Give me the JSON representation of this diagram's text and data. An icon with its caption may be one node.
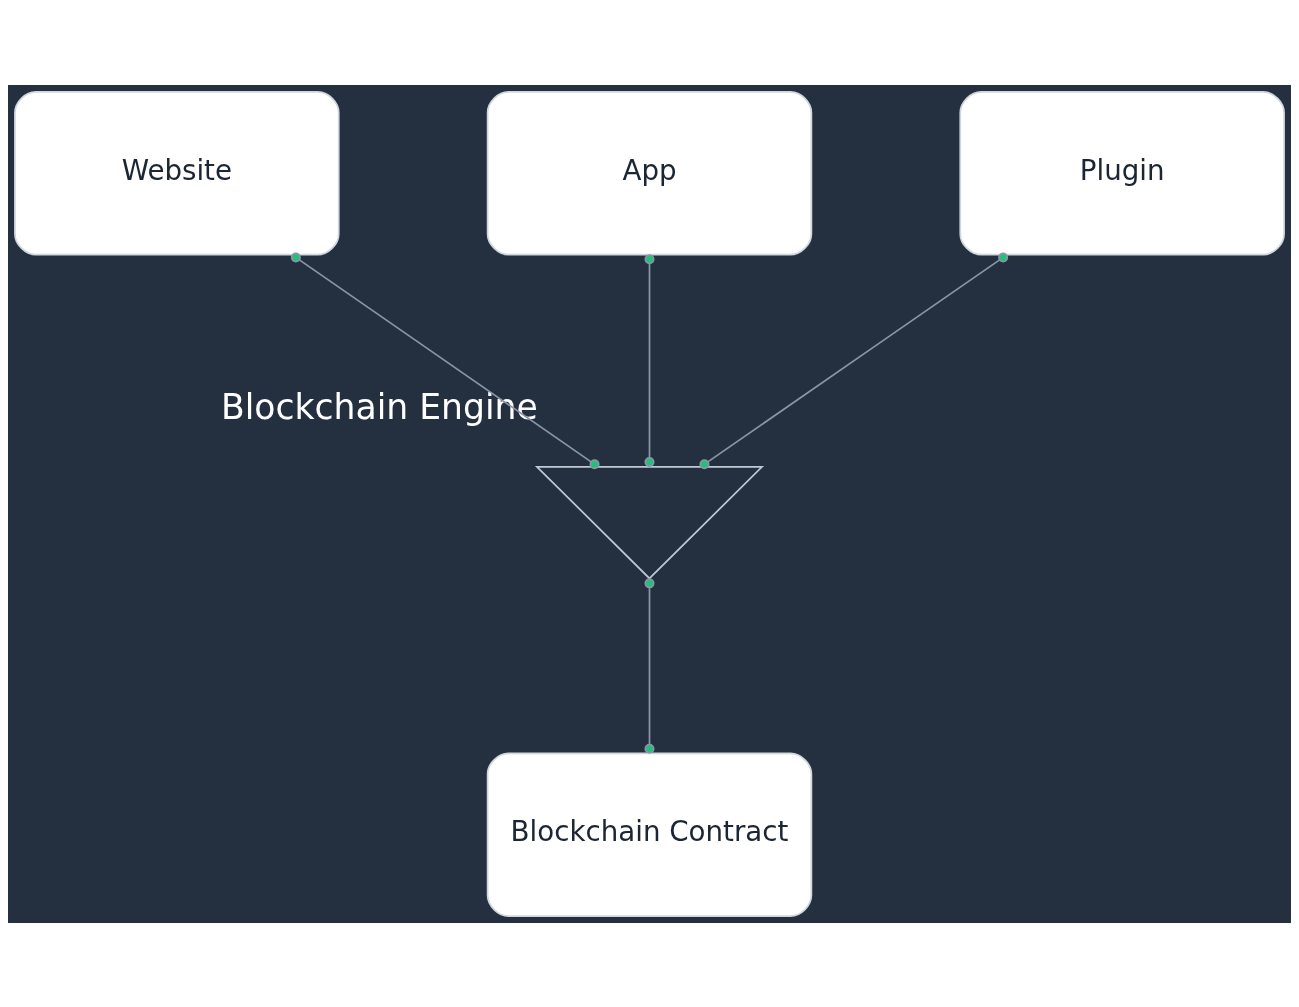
{
  "diagram": {
    "nodes": [
      {
        "text": [
          "Website"
        ]
      },
      {
        "text": [
          "App"
        ]
      },
      {
        "text": [
          "Plugin"
        ]
      },
      {
        "text": [
          "Blockchain Engine"
        ]
      },
      {
        "text": [
          "Blockchain Contract"
        ]
      }
    ],
    "edges": [
      {
        "from": 0,
        "to": 3,
        "arrow": "other"
      },
      {
        "from": 1,
        "to": 3,
        "arrow": "other"
      },
      {
        "from": 2,
        "to": 3,
        "arrow": "other"
      },
      {
        "from": 3,
        "to": 4,
        "arrow": "other"
      }
    ]
  }
}
